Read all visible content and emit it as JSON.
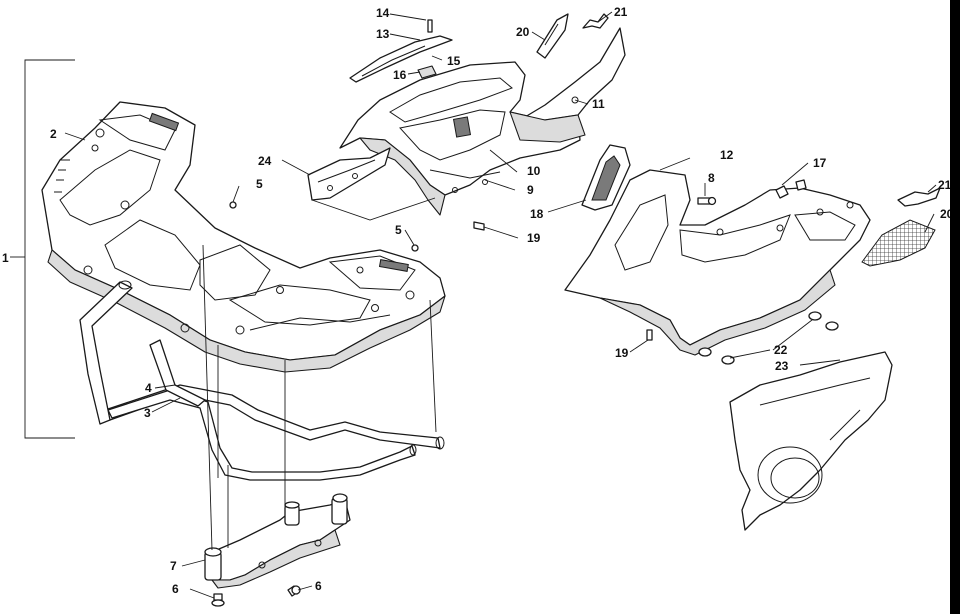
{
  "callouts": [
    {
      "id": "c1",
      "text": "1"
    },
    {
      "id": "c2",
      "text": "2"
    },
    {
      "id": "c3",
      "text": "3"
    },
    {
      "id": "c4",
      "text": "4"
    },
    {
      "id": "c5a",
      "text": "5"
    },
    {
      "id": "c5b",
      "text": "5"
    },
    {
      "id": "c6a",
      "text": "6"
    },
    {
      "id": "c6b",
      "text": "6"
    },
    {
      "id": "c7",
      "text": "7"
    },
    {
      "id": "c8",
      "text": "8"
    },
    {
      "id": "c9",
      "text": "9"
    },
    {
      "id": "c10",
      "text": "10"
    },
    {
      "id": "c11",
      "text": "11"
    },
    {
      "id": "c12",
      "text": "12"
    },
    {
      "id": "c13",
      "text": "13"
    },
    {
      "id": "c14",
      "text": "14"
    },
    {
      "id": "c15",
      "text": "15"
    },
    {
      "id": "c16",
      "text": "16"
    },
    {
      "id": "c17",
      "text": "17"
    },
    {
      "id": "c18",
      "text": "18"
    },
    {
      "id": "c19a",
      "text": "19"
    },
    {
      "id": "c19b",
      "text": "19"
    },
    {
      "id": "c20a",
      "text": "20"
    },
    {
      "id": "c20b",
      "text": "20"
    },
    {
      "id": "c21a",
      "text": "21"
    },
    {
      "id": "c21b",
      "text": "21"
    },
    {
      "id": "c22",
      "text": "22"
    },
    {
      "id": "c23",
      "text": "23"
    },
    {
      "id": "c24",
      "text": "24"
    }
  ]
}
